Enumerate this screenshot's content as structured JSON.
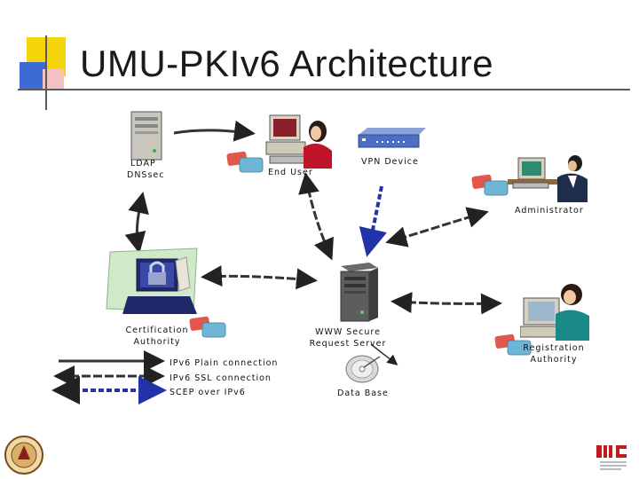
{
  "slide": {
    "title": "UMU-PKIv6 Architecture"
  },
  "nodes": {
    "ldap": {
      "line1": "LDAP",
      "line2": "DNSsec"
    },
    "end_user": "End  User",
    "vpn": "VPN Device",
    "administrator": "Administrator",
    "ca": {
      "line1": "Certification",
      "line2": "Authority"
    },
    "www": {
      "line1": "WWW Secure",
      "line2": "Request Server"
    },
    "ra": {
      "line1": "Registration",
      "line2": "Authority"
    },
    "database": "Data Base"
  },
  "legend": {
    "plain": "IPv6 Plain connection",
    "ssl": "IPv6 SSL connection",
    "scep": "SCEP over IPv6"
  },
  "colors": {
    "deco_yellow": "#f5d40a",
    "deco_blue": "#3c6bd6",
    "scep_blue": "#2233aa"
  },
  "icons": [
    "server-tower-icon",
    "user-at-computer-icon",
    "vpn-device-icon",
    "admin-at-computer-icon",
    "certification-authority-lock-icon",
    "www-server-icon",
    "registration-operator-icon",
    "database-cd-icon",
    "certificate-card-icon",
    "university-seal-logo",
    "diic-logo"
  ]
}
